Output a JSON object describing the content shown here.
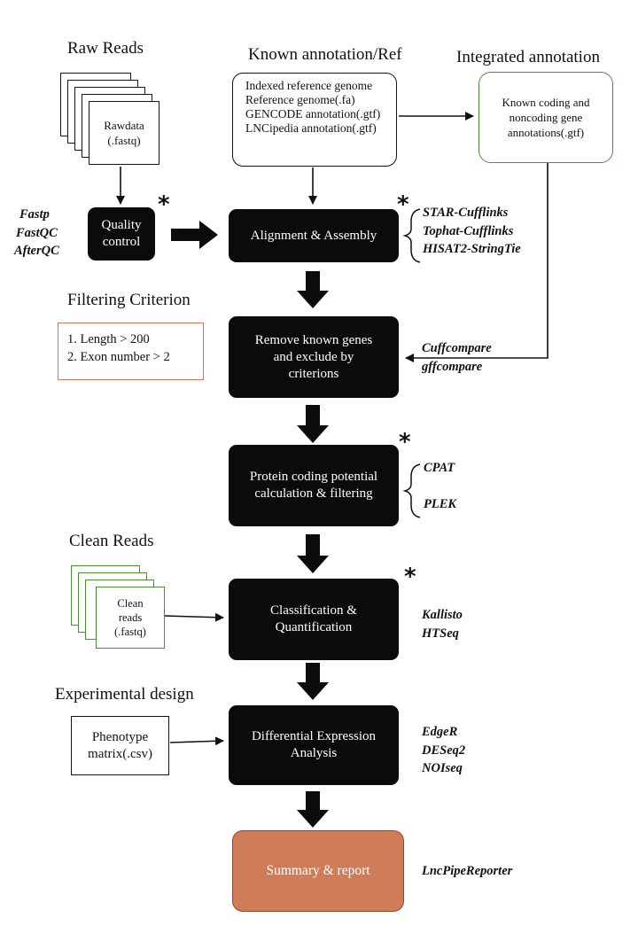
{
  "headings": {
    "raw_reads": "Raw Reads",
    "known_annotation": "Known annotation/Ref",
    "integrated_annotation": "Integrated annotation",
    "filtering_criterion": "Filtering Criterion",
    "clean_reads": "Clean Reads",
    "experimental_design": "Experimental design"
  },
  "raw_reads_card": {
    "line1": "Rawdata",
    "line2": "(.fastq)"
  },
  "clean_reads_card": {
    "line1": "Clean",
    "line2": "reads",
    "line3": "(.fastq)"
  },
  "reference_box": {
    "lines": [
      "Indexed reference genome",
      "Reference genome(.fa)",
      "GENCODE annotation(.gtf)",
      "LNCipedia  annotation(.gtf)"
    ]
  },
  "integrated_box": {
    "line1": "Known coding and",
    "line2": "noncoding gene",
    "line3": "annotations(.gtf)"
  },
  "criteria_box": {
    "line1": "1. Length > 200",
    "line2": "2. Exon number > 2"
  },
  "phenotype_box": {
    "line1": "Phenotype",
    "line2": "matrix(.csv)"
  },
  "steps": {
    "quality_control": {
      "line1": "Quality",
      "line2": "control"
    },
    "alignment": {
      "line1": "Alignment & Assembly"
    },
    "remove_known": {
      "line1": "Remove known genes",
      "line2": "and exclude by",
      "line3": "criterions"
    },
    "coding_potential": {
      "line1": "Protein coding potential",
      "line2": "calculation & filtering"
    },
    "classification": {
      "line1": "Classification &",
      "line2": "Quantification"
    },
    "differential": {
      "line1": "Differential Expression",
      "line2": "Analysis"
    },
    "summary": {
      "line1": "Summary & report"
    }
  },
  "tools": {
    "qc": [
      "Fastp",
      "FastQC",
      "AfterQC"
    ],
    "alignment": [
      "STAR-Cufflinks",
      "Tophat-Cufflinks",
      "HISAT2-StringTie"
    ],
    "compare": [
      "Cuffcompare",
      "gffcompare"
    ],
    "coding": [
      "CPAT",
      "PLEK"
    ],
    "quant": [
      "Kallisto",
      "HTSeq"
    ],
    "diff": [
      "EdgeR",
      "DESeq2",
      "NOIseq"
    ],
    "report": [
      "LncPipeReporter"
    ]
  },
  "markers": {
    "star": "*"
  },
  "colors": {
    "step_fill": "#0b0b0b",
    "summary_fill": "#cf7c58",
    "integrated_border": "#4e8a3c",
    "clean_border": "#4e8a3c",
    "criteria_border": "#c87a5a"
  }
}
